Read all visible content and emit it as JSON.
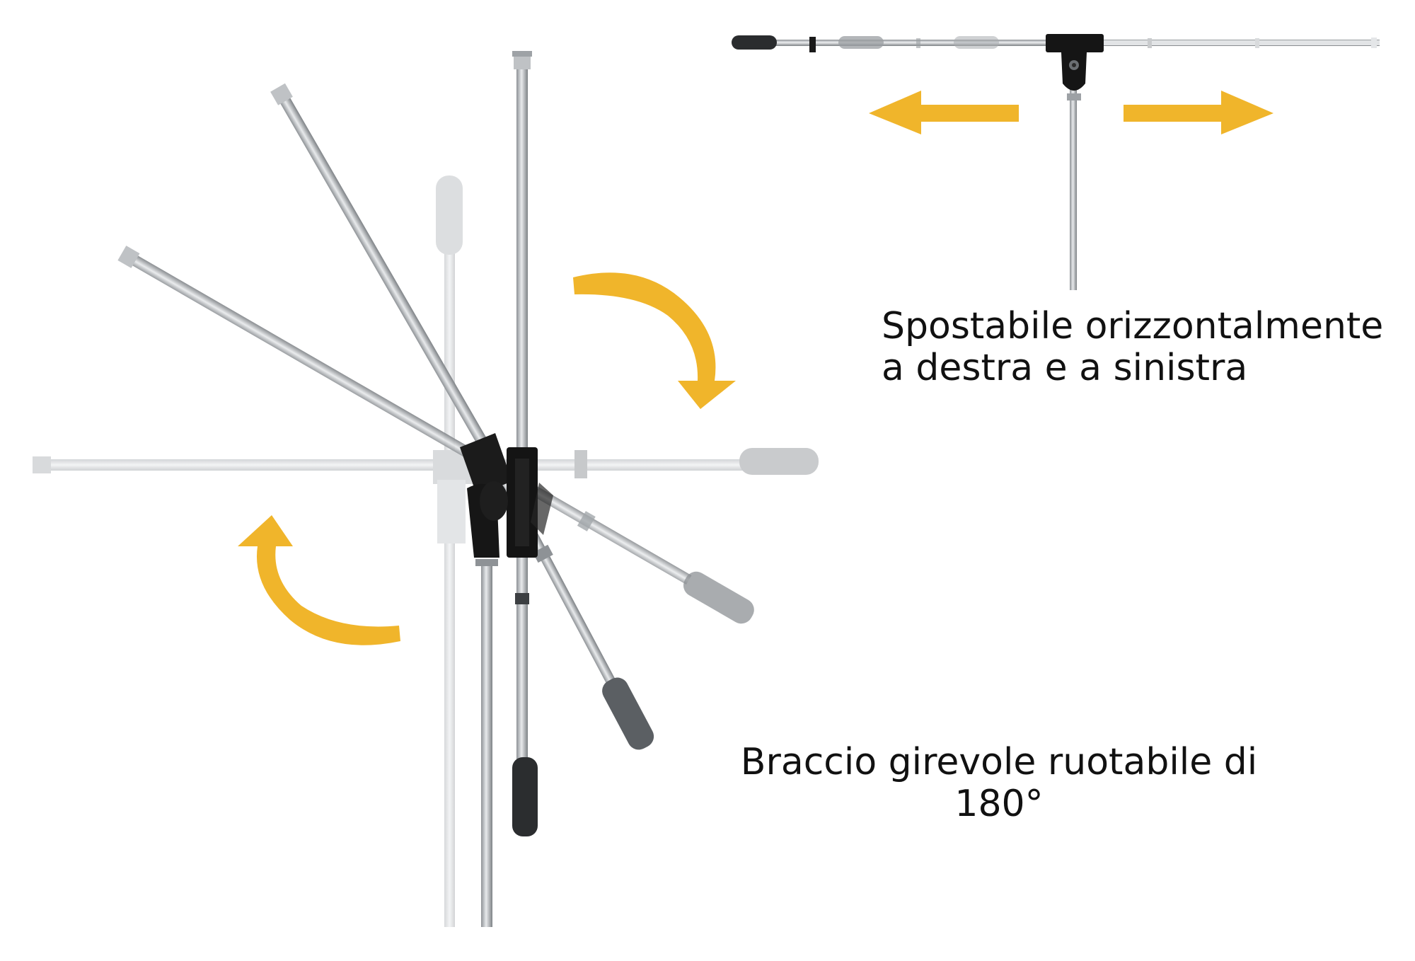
{
  "captions": {
    "horizontal": {
      "line1": "Spostabile orizzontalmente",
      "line2": "a destra e a sinistra"
    },
    "swivel": {
      "line1": "Braccio girevole ruotabile di",
      "line2": "180°"
    }
  },
  "colors": {
    "arrow_accent": "#F0B52B",
    "tube_metal": "#B8BCC0",
    "clamp_black": "#151515",
    "grip_gray": "#3C3F42",
    "background": "#FFFFFF"
  }
}
